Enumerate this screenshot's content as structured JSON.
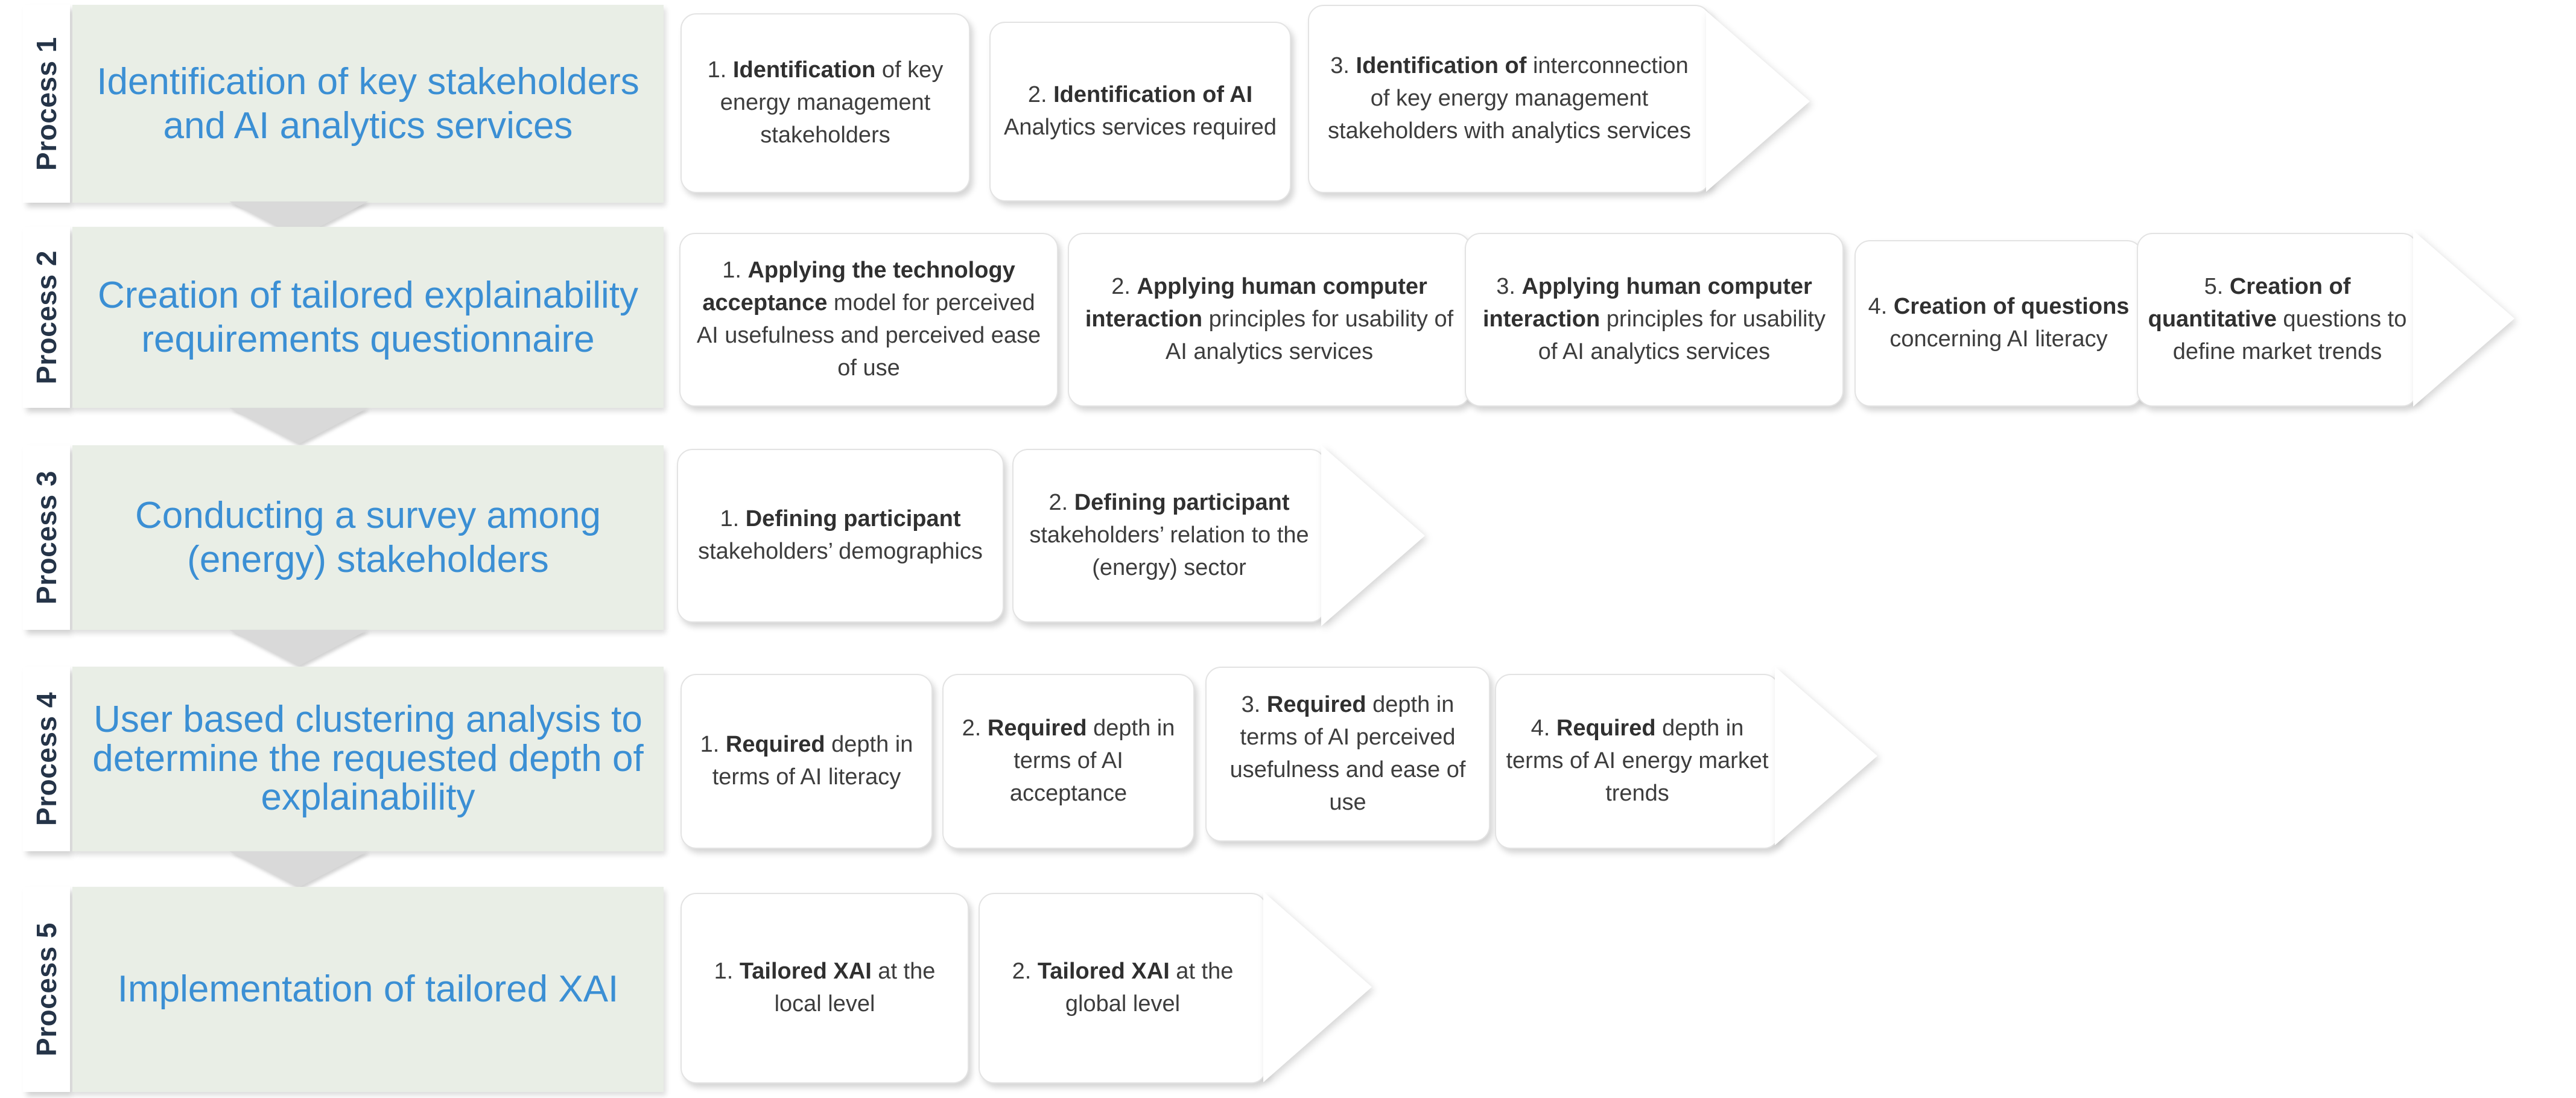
{
  "diagram": {
    "title": "Five-process tailored XAI methodology flow",
    "accent_color": "#3b8fd4",
    "band_color": "#e9eee6",
    "label_color": "#253448"
  },
  "processes": [
    {
      "tab_label": "Process 1",
      "title": "Identification of key stakeholders and AI analytics services",
      "steps": [
        {
          "num": "1.",
          "bold": "Identification",
          "rest": " of key energy management stakeholders"
        },
        {
          "num": "2.",
          "bold": "Identification of AI",
          "rest": " Analytics services required"
        },
        {
          "num": "3.",
          "bold": "Identification of",
          "rest": " interconnection of key energy management stakeholders with analytics services"
        }
      ]
    },
    {
      "tab_label": "Process 2",
      "title": "Creation of tailored explainability requirements questionnaire",
      "steps": [
        {
          "num": "1.",
          "bold": "Applying the technology acceptance",
          "rest": " model for perceived AI usefulness and perceived ease of use"
        },
        {
          "num": "2.",
          "bold": "Applying human computer interaction",
          "rest": " principles for usability of AI analytics services"
        },
        {
          "num": "3.",
          "bold": "Applying human computer interaction",
          "rest": " principles for usability of AI analytics services"
        },
        {
          "num": "4.",
          "bold": "Creation of questions",
          "rest": " concerning AI literacy"
        },
        {
          "num": "5.",
          "bold": "Creation of quantitative",
          "rest": " questions to define market trends"
        }
      ]
    },
    {
      "tab_label": "Process 3",
      "title": "Conducting a survey among (energy) stakeholders",
      "steps": [
        {
          "num": "1.",
          "bold": "Defining participant",
          "rest": " stakeholders’ demographics"
        },
        {
          "num": "2.",
          "bold": "Defining participant",
          "rest": " stakeholders’ relation to the (energy) sector"
        }
      ]
    },
    {
      "tab_label": "Process 4",
      "title": "User based clustering analysis to determine the requested depth of explainability",
      "steps": [
        {
          "num": "1.",
          "bold": "Required",
          "rest": " depth in terms of AI literacy"
        },
        {
          "num": "2.",
          "bold": "Required",
          "rest": " depth in terms of AI acceptance"
        },
        {
          "num": "3.",
          "bold": "Required",
          "rest": " depth in terms of AI perceived usefulness and ease of use"
        },
        {
          "num": "4.",
          "bold": "Required",
          "rest": " depth in terms of AI energy market trends"
        }
      ]
    },
    {
      "tab_label": "Process 5",
      "title": "Implementation of tailored XAI",
      "steps": [
        {
          "num": "1.",
          "bold": "Tailored XAI",
          "rest": " at the local level"
        },
        {
          "num": "2.",
          "bold": "Tailored XAI",
          "rest": " at the global level"
        }
      ]
    }
  ]
}
